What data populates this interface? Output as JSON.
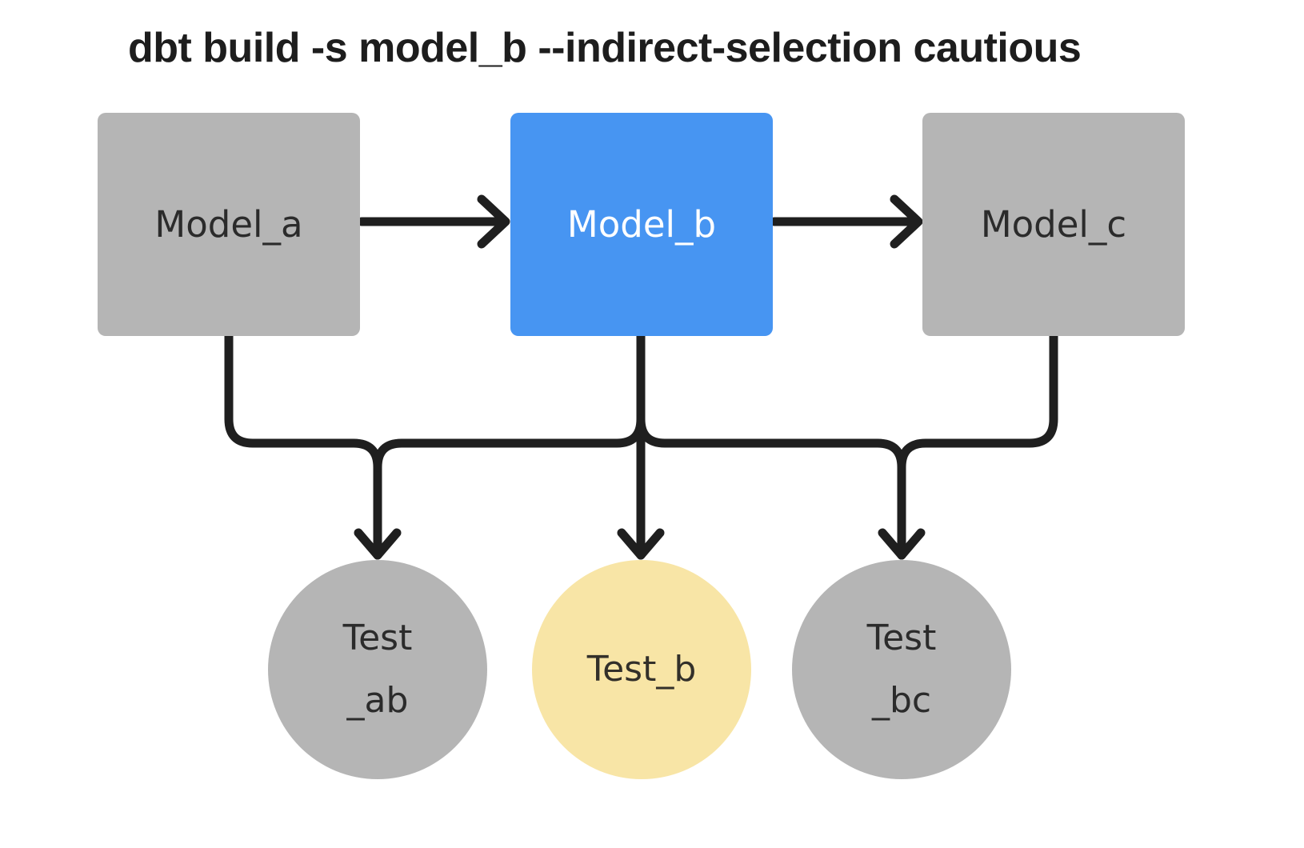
{
  "diagram": {
    "title": "dbt build -s model_b --indirect-selection cautious",
    "title_color": "#1d1d1d",
    "background_color": "#ffffff",
    "edge_stroke_color": "#1f1f1f",
    "nodes": {
      "model_a": {
        "label": "Model_a",
        "shape": "rectangle",
        "color": "#b5b5b5",
        "text_color": "#2b2b2b"
      },
      "model_b": {
        "label": "Model_b",
        "shape": "rectangle",
        "color": "#4795f2",
        "text_color": "#ffffff"
      },
      "model_c": {
        "label": "Model_c",
        "shape": "rectangle",
        "color": "#b5b5b5",
        "text_color": "#2b2b2b"
      },
      "test_ab": {
        "label": "Test _ab",
        "label_lines": [
          "Test",
          "_ab"
        ],
        "shape": "circle",
        "color": "#b5b5b5",
        "text_color": "#2b2b2b"
      },
      "test_b": {
        "label": "Test_b",
        "label_lines": [
          "Test_b"
        ],
        "shape": "circle",
        "color": "#f8e5a6",
        "text_color": "#33302a"
      },
      "test_bc": {
        "label": "Test _bc",
        "label_lines": [
          "Test",
          "_bc"
        ],
        "shape": "circle",
        "color": "#b5b5b5",
        "text_color": "#2b2b2b"
      }
    },
    "edges": [
      {
        "from": "model_a",
        "to": "model_b"
      },
      {
        "from": "model_b",
        "to": "model_c"
      },
      {
        "from": "model_a",
        "to": "test_ab"
      },
      {
        "from": "model_b",
        "to": "test_ab"
      },
      {
        "from": "model_b",
        "to": "test_b"
      },
      {
        "from": "model_b",
        "to": "test_bc"
      },
      {
        "from": "model_c",
        "to": "test_bc"
      }
    ]
  }
}
